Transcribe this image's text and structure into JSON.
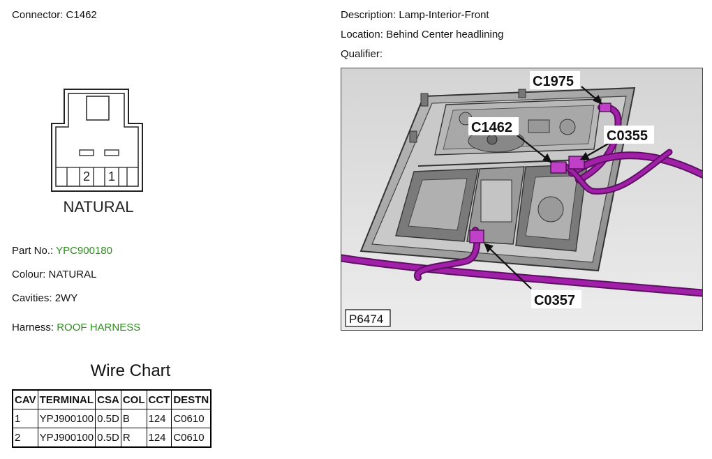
{
  "left": {
    "connector_label": "Connector:",
    "connector_value": "C1462",
    "diagram": {
      "pin_2": "2",
      "pin_1": "1",
      "color_label": "NATURAL"
    },
    "part_label": "Part No.:",
    "part_value": "YPC900180",
    "colour_label": "Colour:",
    "colour_value": "NATURAL",
    "cavities_label": "Cavities:",
    "cavities_value": "2WY",
    "harness_label": "Harness:",
    "harness_value": "ROOF HARNESS"
  },
  "right": {
    "description_label": "Description:",
    "description_value": "Lamp-Interior-Front",
    "location_label": "Location:",
    "location_value": "Behind Center headlining",
    "qualifier_label": "Qualifier:",
    "qualifier_value": ""
  },
  "photo": {
    "callouts": {
      "c1975": "C1975",
      "c1462": "C1462",
      "c0355": "C0355",
      "c0357": "C0357"
    },
    "figure_id": "P6474",
    "colors": {
      "harness": "#a020a8",
      "callout_bg": "#ffffff"
    }
  },
  "wire_chart": {
    "title": "Wire Chart",
    "headers": [
      "CAV",
      "TERMINAL",
      "CSA",
      "COL",
      "CCT",
      "DESTN"
    ],
    "rows": [
      [
        "1",
        "YPJ900100",
        "0.5D",
        "B",
        "124",
        "C0610"
      ],
      [
        "2",
        "YPJ900100",
        "0.5D",
        "R",
        "124",
        "C0610"
      ]
    ]
  }
}
